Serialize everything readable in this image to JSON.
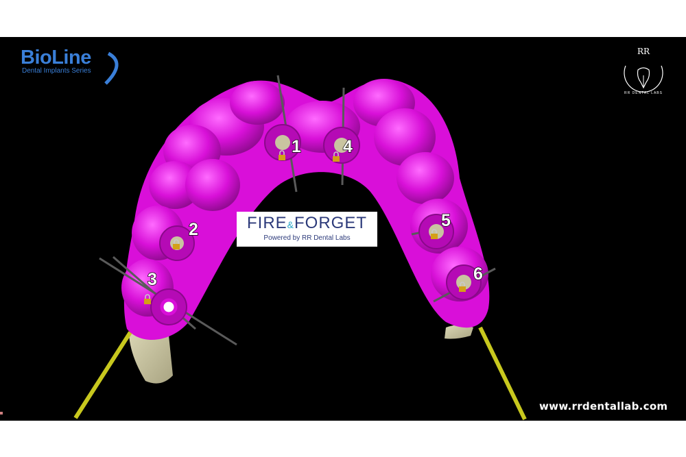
{
  "brand": {
    "name": "BioLine",
    "tagline": "Dental Implants Series",
    "accent_color": "#3a7fd8"
  },
  "lab_logo": {
    "monogram": "RR",
    "arc_text": "RR DENTAL LABS",
    "icon": "tooth-implant-icon"
  },
  "banner": {
    "title_part1": "FIRE",
    "title_amp": "&",
    "title_part2": "FORGET",
    "subtitle": "Powered by RR Dental Labs"
  },
  "website": "www.rrdentallab.com",
  "implants": [
    {
      "label": "1",
      "lock_icon": "lock-icon"
    },
    {
      "label": "2",
      "lock_icon": "lock-icon"
    },
    {
      "label": "3",
      "lock_icon": "lock-icon"
    },
    {
      "label": "4",
      "lock_icon": "lock-icon"
    },
    {
      "label": "5",
      "lock_icon": "lock-icon"
    },
    {
      "label": "6",
      "lock_icon": "lock-icon"
    }
  ],
  "colors": {
    "guide_body": "#d90fd9",
    "bone_model": "#c9c4a0",
    "pin": "#c8c81e",
    "background": "#000000"
  }
}
